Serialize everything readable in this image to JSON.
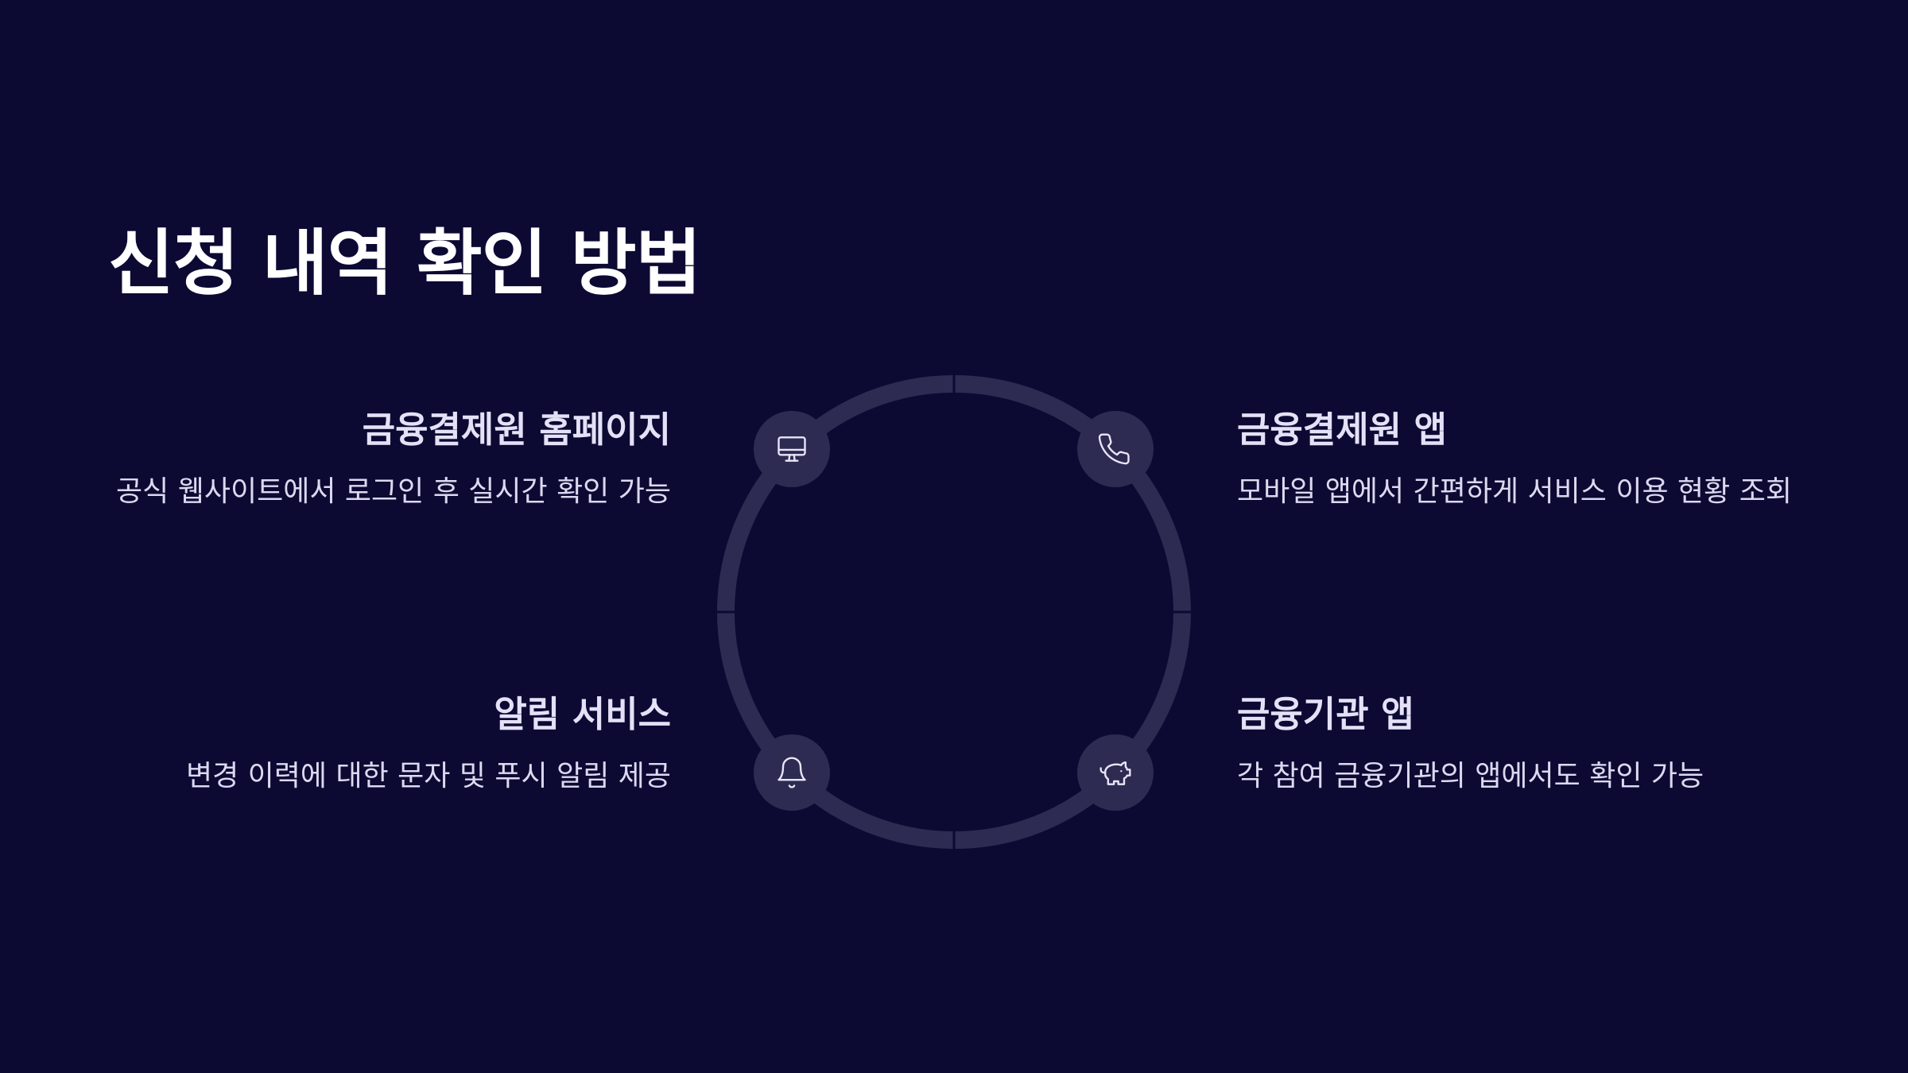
{
  "title": "신청 내역 확인 방법",
  "items": [
    {
      "heading": "금융결제원 홈페이지",
      "description": "공식 웹사이트에서 로그인 후 실시간 확인 가능",
      "icon": "monitor-icon"
    },
    {
      "heading": "금융결제원 앱",
      "description": "모바일 앱에서 간편하게 서비스 이용 현황 조회",
      "icon": "phone-icon"
    },
    {
      "heading": "알림 서비스",
      "description": "변경 이력에 대한 문자 및 푸시 알림 제공",
      "icon": "bell-icon"
    },
    {
      "heading": "금융기관 앱",
      "description": "각 참여 금융기관의 앱에서도 확인 가능",
      "icon": "piggy-bank-icon"
    }
  ],
  "colors": {
    "background": "#0c0a33",
    "ring": "#2d2b52",
    "title": "#ffffff",
    "heading": "#e4e1f7",
    "text": "#dcd9f0",
    "icon_stroke": "#e8e6f7"
  }
}
